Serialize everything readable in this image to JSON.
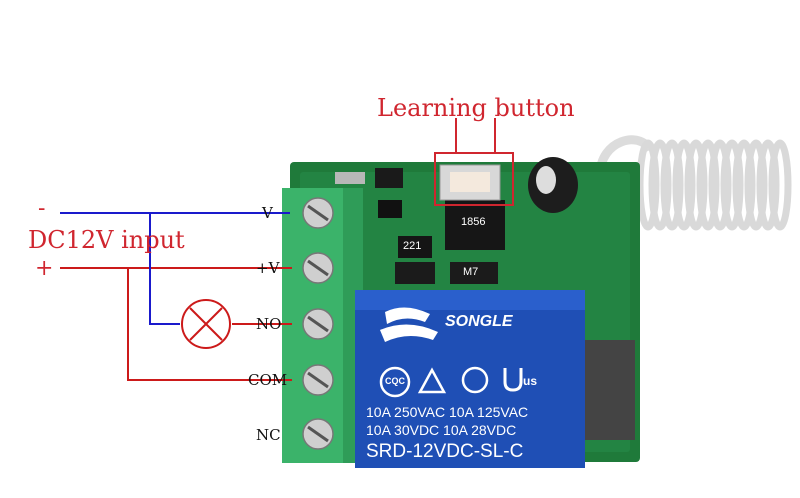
{
  "annotations": {
    "learning_button": "Learning button",
    "supply": "DC12V input",
    "minus": "-",
    "plus": "+"
  },
  "terminals": [
    {
      "label": "V"
    },
    {
      "label": "+V"
    },
    {
      "label": "NO"
    },
    {
      "label": "COM"
    },
    {
      "label": "NC"
    }
  ],
  "relay": {
    "brand": "SONGLE",
    "line1": "10A 250VAC  10A 125VAC",
    "line2": "10A  30VDC  10A  28VDC",
    "model": "SRD-12VDC-SL-C",
    "cert_mark": "CQC",
    "ul_mark": "us"
  },
  "components": {
    "resistor_code": "221",
    "diode_code": "M7",
    "ic_code": "1856"
  },
  "colors": {
    "annotation_red": "#d0262f",
    "wire_blue": "#1a1acc",
    "wire_red": "#cc1a1a",
    "pcb_green": "#1f7a3a",
    "terminal_green": "#3bb36a",
    "relay_blue": "#1f4fb5"
  },
  "icons": [
    "lamp-icon",
    "antenna-coil"
  ]
}
